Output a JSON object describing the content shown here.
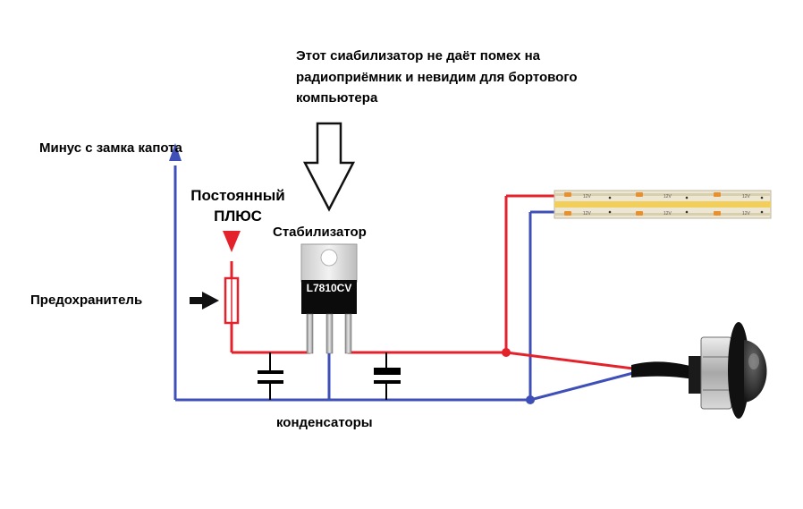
{
  "annotations": {
    "note_line1": "Этот сиабилизатор не даёт помех на",
    "note_line2": "радиоприёмник и невидим для бортового",
    "note_line3": "компьютера",
    "minus_label": "Минус с замка капота",
    "plus_line1": "Постоянный",
    "plus_line2": "ПЛЮС",
    "stabilizer_label": "Стабилизатор",
    "fuse_label": "Предохранитель",
    "capacitors_label": "конденсаторы"
  },
  "components": {
    "regulator_marking": "L7810CV",
    "led_strip_marks": [
      "12V",
      "12V",
      "12V",
      "12V",
      "12V",
      "12V"
    ]
  },
  "colors": {
    "plus_wire": "#e3222c",
    "minus_wire": "#3f4fb8",
    "strip_yellow": "#f2cf5a",
    "strip_orange": "#e8902e",
    "background": "#ffffff"
  }
}
